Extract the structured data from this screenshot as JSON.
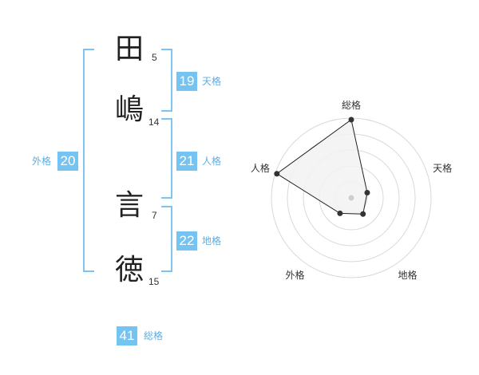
{
  "characters": [
    {
      "char": "田",
      "strokes": "5"
    },
    {
      "char": "嶋",
      "strokes": "14"
    },
    {
      "char": "言",
      "strokes": "7"
    },
    {
      "char": "徳",
      "strokes": "15"
    }
  ],
  "fortunes": {
    "tenkaku": {
      "value": "19",
      "label": "天格"
    },
    "jinkaku": {
      "value": "21",
      "label": "人格"
    },
    "chikaku": {
      "value": "22",
      "label": "地格"
    },
    "gaikaku": {
      "value": "20",
      "label": "外格"
    },
    "soukaku": {
      "value": "41",
      "label": "総格"
    }
  },
  "radar": {
    "axes": [
      "総格",
      "天格",
      "地格",
      "外格",
      "人格"
    ],
    "scores": [
      5,
      1,
      1,
      1,
      5
    ],
    "max": 5,
    "colors": {
      "ring": "#d9d9d9",
      "fill": "#f2f2f2",
      "line": "#222222",
      "point": "#333333",
      "center": "#cfcfcf"
    }
  }
}
